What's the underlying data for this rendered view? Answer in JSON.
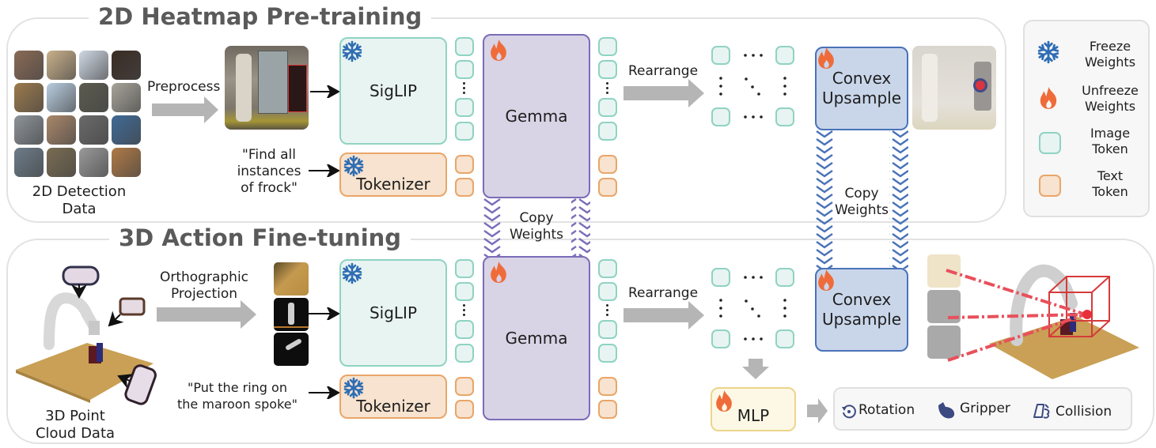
{
  "sections": {
    "pretraining_title": "2D Heatmap Pre-training",
    "finetuning_title": "3D Action Fine-tuning"
  },
  "pretraining": {
    "dataset_label_line1": "2D Detection",
    "dataset_label_line2": "Data",
    "preprocess_label": "Preprocess",
    "prompt_line1": "\"Find all",
    "prompt_line2": "instances",
    "prompt_line3": "of frock\"",
    "vision_encoder": "SigLIP",
    "tokenizer": "Tokenizer",
    "llm": "Gemma",
    "rearrange_label": "Rearrange",
    "upsample_line1": "Convex",
    "upsample_line2": "Upsample"
  },
  "copy_weights": {
    "line1": "Copy",
    "line2": "Weights"
  },
  "finetuning": {
    "dataset_label_line1": "3D Point",
    "dataset_label_line2": "Cloud Data",
    "projection_line1": "Orthographic",
    "projection_line2": "Projection",
    "prompt_line1": "\"Put the ring on",
    "prompt_line2": "the maroon spoke\"",
    "vision_encoder": "SigLIP",
    "tokenizer": "Tokenizer",
    "llm": "Gemma",
    "rearrange_label": "Rearrange",
    "upsample_line1": "Convex",
    "upsample_line2": "Upsample",
    "mlp": "MLP",
    "outputs": [
      {
        "icon": "rotation-icon",
        "label": "Rotation"
      },
      {
        "icon": "gripper-icon",
        "label": "Gripper"
      },
      {
        "icon": "collision-icon",
        "label": "Collision"
      }
    ]
  },
  "legend": {
    "items": [
      {
        "icon": "snowflake-icon",
        "line1": "Freeze",
        "line2": "Weights"
      },
      {
        "icon": "flame-icon",
        "line1": "Unfreeze",
        "line2": "Weights"
      },
      {
        "icon": "image-token-icon",
        "line1": "Image",
        "line2": "Token"
      },
      {
        "icon": "text-token-icon",
        "line1": "Text",
        "line2": "Token"
      }
    ]
  },
  "colors": {
    "freeze": "#2e6db4",
    "unfreeze": "#ef6c3a",
    "image_token_border": "#8fd3c3",
    "text_token_border": "#e9a66a",
    "gemma_border": "#7b6cb8",
    "upsample_border": "#4a72b8",
    "heatmap_ray": "#e8505b"
  }
}
